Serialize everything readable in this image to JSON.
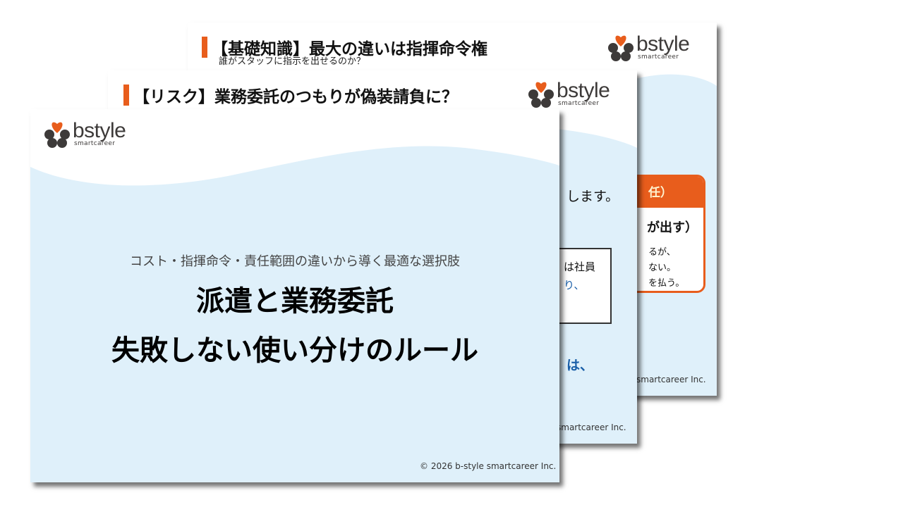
{
  "brand": {
    "name": "bstyle",
    "tagline": "smartcareer",
    "colors": {
      "accent": "#e85d1c",
      "wave": "#dff0fa",
      "blue": "#1a5fa8"
    }
  },
  "slide_back": {
    "title": "【基礎知識】最大の違いは指揮命令権",
    "subtitle": "誰がスタッフに指示を出せるのか？",
    "box_header": "任）",
    "box_line1": "が出す）",
    "box_line2": "るが、",
    "box_line3": "ない。",
    "box_line4": "を払う。",
    "copyright": "smartcareer Inc."
  },
  "slide_middle": {
    "title": "【リスク】業務委託のつもりが偽装請負に？",
    "text1": "します。",
    "box_line1": "は社員",
    "box_line2": "り、",
    "text2": "は、",
    "copyright": "smartcareer Inc."
  },
  "slide_front": {
    "subtitle": "コスト・指揮命令・責任範囲の違いから導く最適な選択肢",
    "title_line1": "派遣と業務委託",
    "title_line2": "失敗しない使い分けのルール",
    "copyright": "© 2026 b-style smartcareer Inc."
  }
}
